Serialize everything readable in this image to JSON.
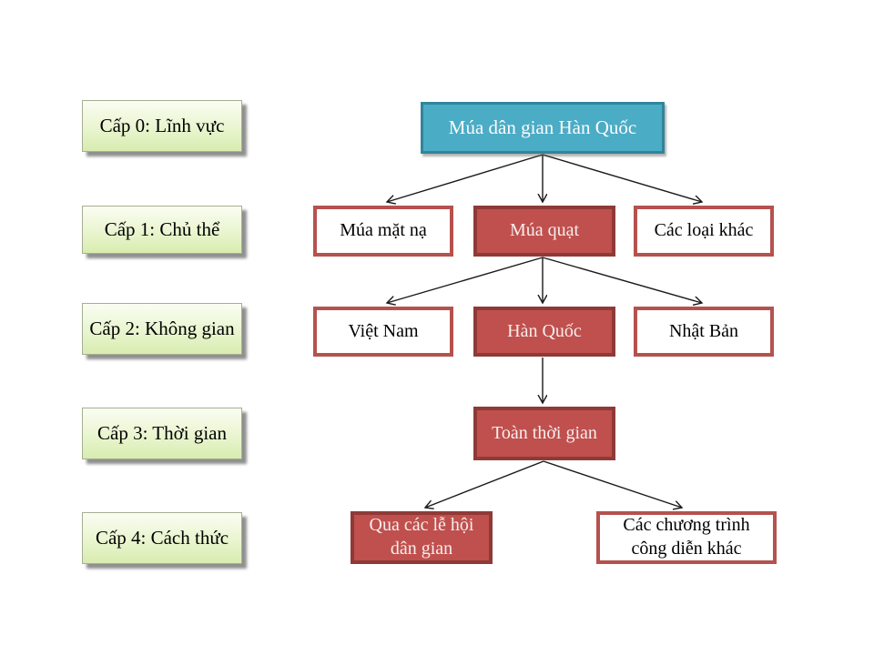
{
  "palette": {
    "root_fill": "#4bacc6",
    "root_border": "#31859b",
    "red_fill": "#c0504d",
    "red_border": "#8e3a37",
    "white_fill": "#ffffff",
    "white_border": "#b5524e",
    "green_fill": "#e4f2c4",
    "green_border": "#a6ae92",
    "arrow_color": "#1a1a1a"
  },
  "levels": [
    {
      "label": "Cấp 0: Lĩnh vực"
    },
    {
      "label": "Cấp 1: Chủ thể"
    },
    {
      "label": "Cấp 2: Không gian"
    },
    {
      "label": "Cấp 3: Thời gian"
    },
    {
      "label": "Cấp 4: Cách thức"
    }
  ],
  "tree": {
    "root": {
      "label": "Múa dân gian Hàn Quốc"
    },
    "row1": [
      {
        "label": "Múa mặt nạ"
      },
      {
        "label": "Múa quạt"
      },
      {
        "label": "Các loại khác"
      }
    ],
    "row2": [
      {
        "label": "Việt Nam"
      },
      {
        "label": "Hàn Quốc"
      },
      {
        "label": "Nhật Bản"
      }
    ],
    "row3": [
      {
        "label": "Toàn thời gian"
      }
    ],
    "row4": [
      {
        "label": "Qua các lễ hội dân gian"
      },
      {
        "label": "Các chương trình công diễn khác"
      }
    ]
  }
}
